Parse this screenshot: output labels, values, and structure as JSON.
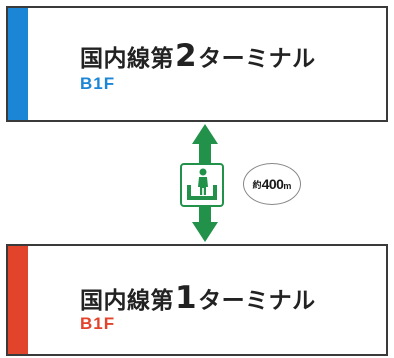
{
  "terminal_2": {
    "name_prefix": "国内線第",
    "number": "2",
    "name_suffix": "ターミナル",
    "floor": "B1F",
    "color": "#1c86d6"
  },
  "terminal_1": {
    "name_prefix": "国内線第",
    "number": "1",
    "name_suffix": "ターミナル",
    "floor": "B1F",
    "color": "#e2442b"
  },
  "connector": {
    "arrow_color": "#22924a",
    "icon": "walking-person-moving-walkway-icon",
    "distance_prefix": "約",
    "distance_value": "400",
    "distance_unit": "m"
  }
}
